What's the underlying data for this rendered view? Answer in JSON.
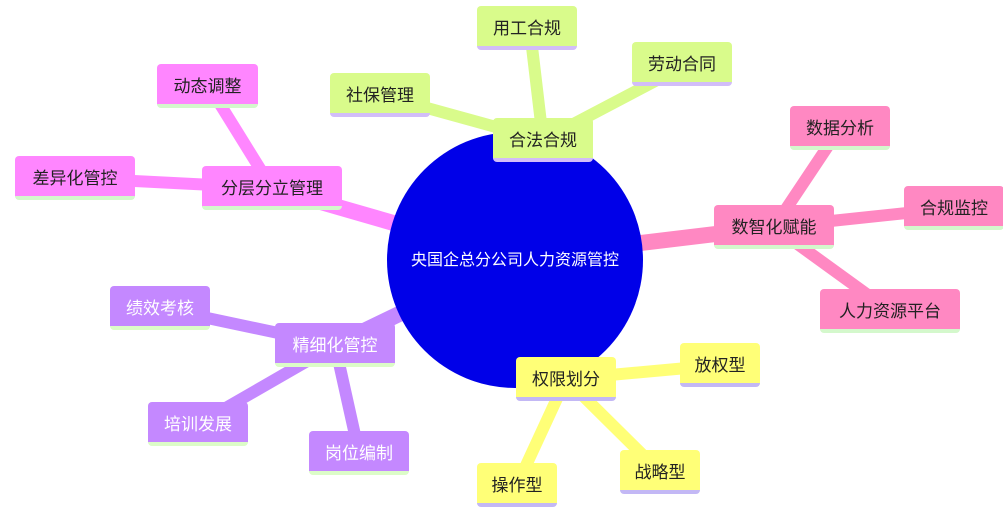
{
  "center": "央国企总分公司人力资源管控",
  "branches": {
    "legal": {
      "label": "合法合规",
      "children": [
        "用工合规",
        "劳动合同",
        "社保管理"
      ],
      "color": "#d9fb8b"
    },
    "layer": {
      "label": "分层分立管理",
      "children": [
        "动态调整",
        "差异化管控"
      ],
      "color": "#ff86ff"
    },
    "digital": {
      "label": "数智化赋能",
      "children": [
        "数据分析",
        "合规监控",
        "人力资源平台"
      ],
      "color": "#ff88c2"
    },
    "fine": {
      "label": "精细化管控",
      "children": [
        "绩效考核",
        "培训发展",
        "岗位编制"
      ],
      "color": "#c488ff"
    },
    "authority": {
      "label": "权限划分",
      "children": [
        "放权型",
        "战略型",
        "操作型"
      ],
      "color": "#ffff77"
    }
  },
  "center_color": "#0000e8"
}
